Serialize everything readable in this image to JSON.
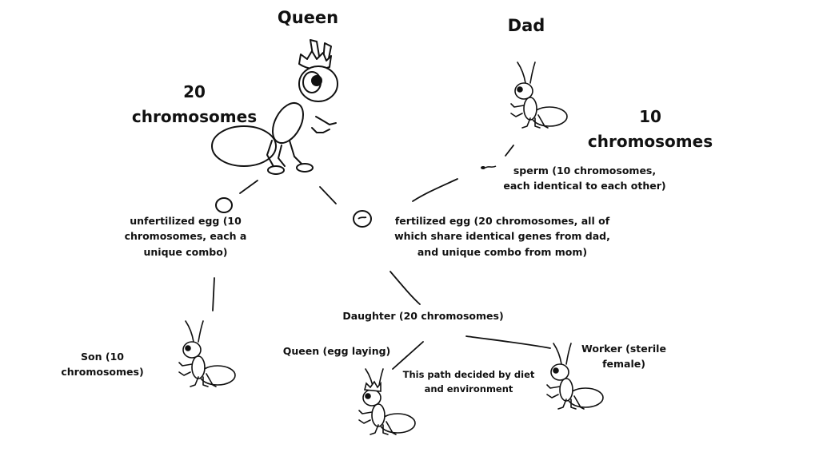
{
  "labels": {
    "queen_title": "Queen",
    "dad_title": "Dad",
    "queen_chromosomes": "20 chromosomes",
    "dad_chromosomes": "10 chromosomes",
    "sperm": "sperm (10 chromosomes, each identical to each other)",
    "unfertilized_egg": "unfertilized egg (10 chromosomes, each a unique combo)",
    "fertilized_egg": "fertilized egg (20 chromosomes, all of which share identical genes from dad, and unique combo from mom)",
    "daughter": "Daughter (20 chromosomes)",
    "son": "Son (10 chromosomes)",
    "queen_egg_laying": "Queen (egg laying)",
    "worker": "Worker (sterile female)",
    "path_note": "This path decided by diet and environment"
  },
  "colors": {
    "ink": "#111111",
    "background": "#ffffff"
  },
  "icons": {
    "queen": "queen-ant-icon",
    "dad": "male-ant-icon",
    "son": "son-ant-icon",
    "daughter_queen": "daughter-queen-ant-icon",
    "worker": "worker-ant-icon",
    "egg": "egg-icon",
    "sperm": "sperm-icon"
  }
}
